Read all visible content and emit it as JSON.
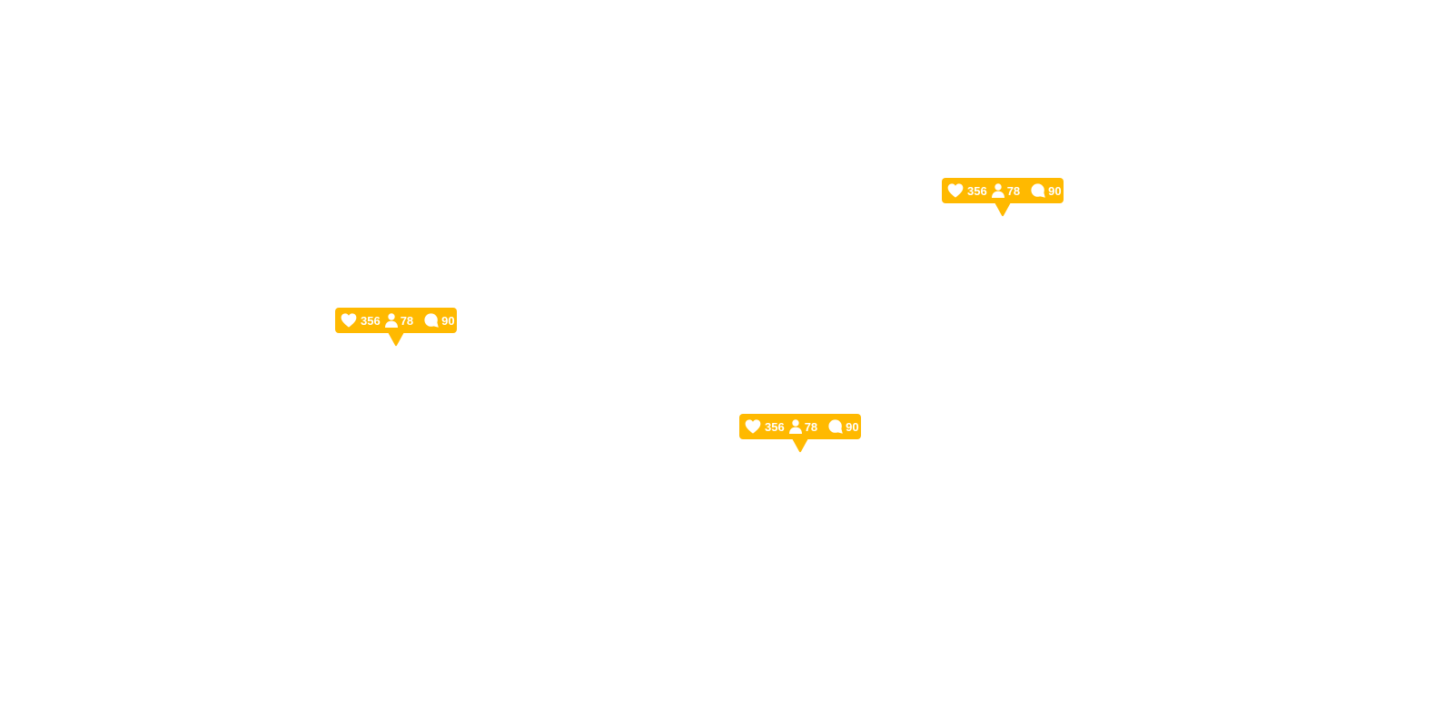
{
  "theme": {
    "accent": "#FFB900",
    "icon_color": "#FFFFFF"
  },
  "notifications": [
    {
      "likes": "356",
      "followers": "78",
      "comments": "90",
      "icons": [
        "heart-icon",
        "user-icon",
        "comment-icon"
      ]
    },
    {
      "likes": "356",
      "followers": "78",
      "comments": "90",
      "icons": [
        "heart-icon",
        "user-icon",
        "comment-icon"
      ]
    },
    {
      "likes": "356",
      "followers": "78",
      "comments": "90",
      "icons": [
        "heart-icon",
        "user-icon",
        "comment-icon"
      ]
    }
  ]
}
